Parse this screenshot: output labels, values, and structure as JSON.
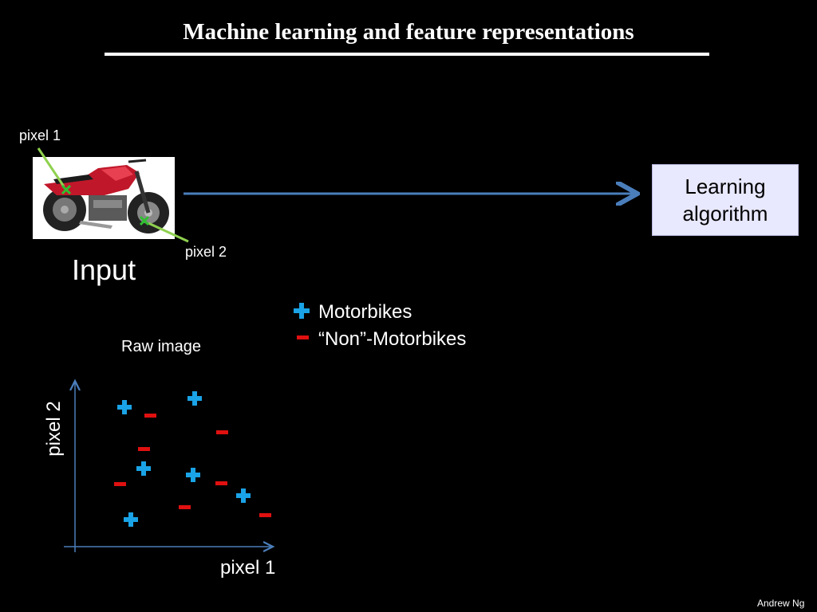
{
  "slide": {
    "title": "Machine learning and feature representations",
    "author": "Andrew Ng"
  },
  "input": {
    "pixel1_label": "pixel 1",
    "pixel2_label": "pixel 2",
    "input_label": "Input"
  },
  "learning_box": {
    "line1": "Learning",
    "line2": "algorithm"
  },
  "legend": {
    "positive_label": "Motorbikes",
    "negative_label": "“Non”-Motorbikes"
  },
  "plot": {
    "caption": "Raw image",
    "x_axis_label": "pixel 1",
    "y_axis_label": "pixel 2"
  },
  "colors": {
    "arrow": "#4a7ebb",
    "positive": "#1aa3e6",
    "negative": "#e01010",
    "pointer": "#8fd14f"
  }
}
